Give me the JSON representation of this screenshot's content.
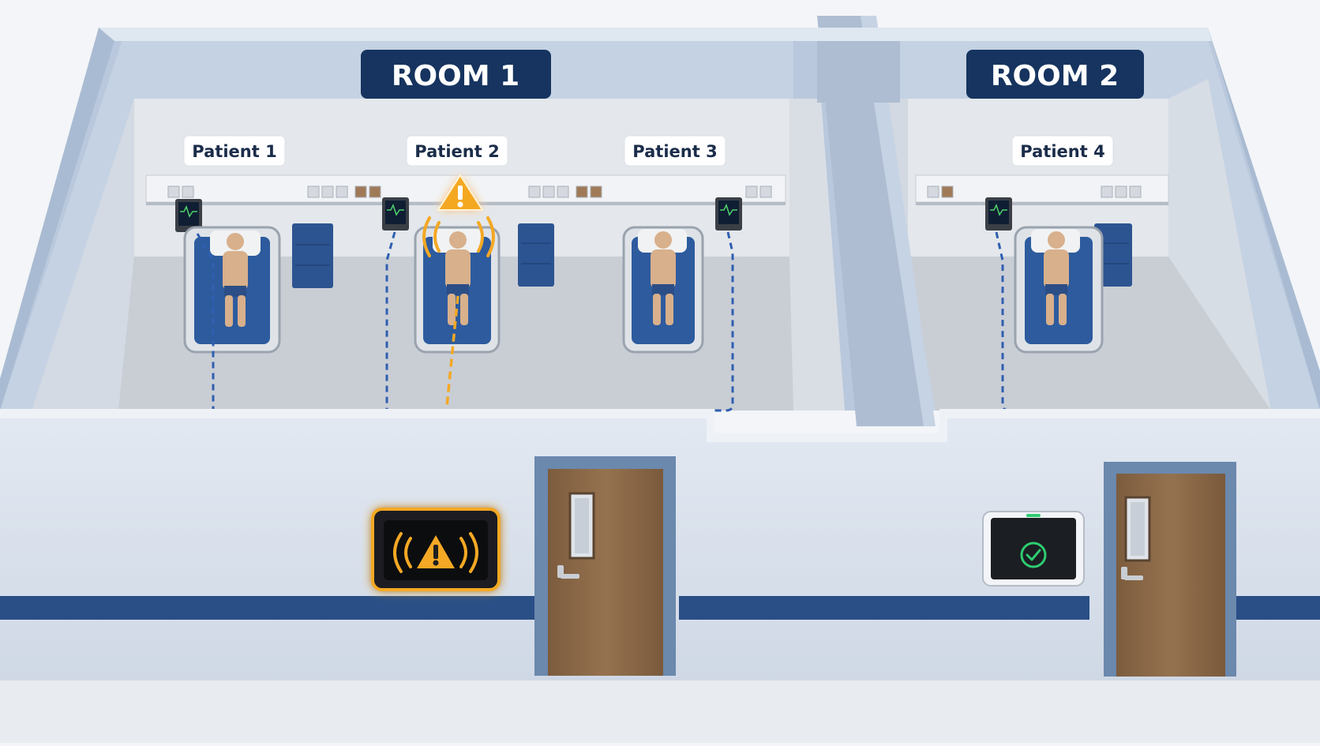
{
  "rooms": [
    {
      "id": "room-1",
      "label": "ROOM 1"
    },
    {
      "id": "room-2",
      "label": "ROOM 2"
    }
  ],
  "patients": [
    {
      "id": "patient-1",
      "label": "Patient 1",
      "room": "room-1",
      "status": "normal"
    },
    {
      "id": "patient-2",
      "label": "Patient 2",
      "room": "room-1",
      "status": "alert"
    },
    {
      "id": "patient-3",
      "label": "Patient 3",
      "room": "room-1",
      "status": "normal"
    },
    {
      "id": "patient-4",
      "label": "Patient 4",
      "room": "room-2",
      "status": "normal"
    }
  ],
  "hallway_panels": [
    {
      "id": "room-1-panel",
      "room": "room-1",
      "state": "alert",
      "icon": "warning-icon"
    },
    {
      "id": "room-2-panel",
      "room": "room-2",
      "state": "ok",
      "icon": "check-circle-icon"
    }
  ],
  "colors": {
    "room_label_bg": "#16345f",
    "normal_link": "#2f5fb0",
    "alert": "#f4a824",
    "ok": "#2ecc71",
    "bed_mattress": "#2d5b9e",
    "hall_stripe": "#2a4f86",
    "door": "#8a6848",
    "door_frame": "#6b88ad",
    "wall": "#d9e1ec",
    "floor": "#c9ced5"
  }
}
